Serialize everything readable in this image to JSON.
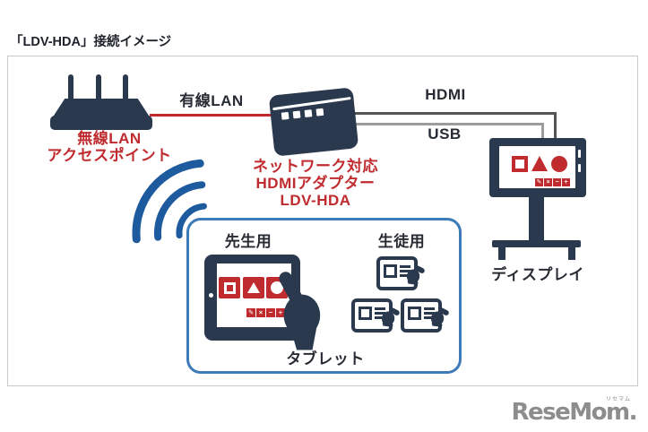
{
  "page": {
    "title": "「LDV-HDA」接続イメージ"
  },
  "router": {
    "label_line1": "無線LAN",
    "label_line2": "アクセスポイント"
  },
  "links": {
    "wired_lan": "有線LAN",
    "hdmi": "HDMI",
    "usb": "USB"
  },
  "adapter": {
    "label_line1": "ネットワーク対応",
    "label_line2": "HDMIアダプター",
    "label_line3": "LDV-HDA"
  },
  "display": {
    "label": "ディスプレイ",
    "toolbar": {
      "pencil": "✎",
      "close": "×",
      "minus": "−",
      "plus": "+"
    }
  },
  "tablet_group": {
    "teacher_label": "先生用",
    "student_label": "生徒用",
    "caption": "タブレット"
  },
  "branding": {
    "logo_text": "ReseMom.",
    "logo_ruby": "リセマム"
  },
  "icons": {
    "wifi_waves": "three-blue-arcs",
    "router": "wireless-router-silhouette",
    "adapter": "set-top-box-silhouette",
    "display": "monitor-on-floor-stand",
    "teacher_hand": "pointing-hand-silhouette",
    "student_hand": "small-pointing-hand-silhouette",
    "screen_shapes": [
      "square",
      "triangle",
      "circle"
    ]
  },
  "colors": {
    "navy": "#2b394e",
    "red": "#bf2b2e",
    "wifi_blue": "#1d5a9e",
    "box_blue": "#3d7ab8",
    "hdmi_gray": "#555555",
    "usb_gray": "#9c9c9c",
    "frame_border": "#c9c9c9",
    "logo_gray": "#8d8d8d",
    "text_dark": "#272b33"
  }
}
